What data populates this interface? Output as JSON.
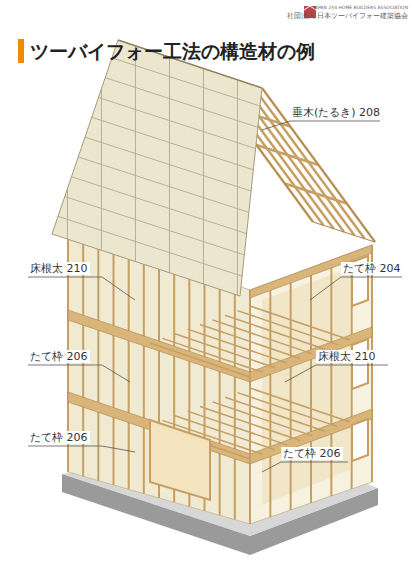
{
  "diagram": {
    "title": "ツーバイフォー工法の構造材の例",
    "labels": [
      "JAPAN 2X4 HOME BUILDERS ASSOCIATION",
      "社団法人 日本ツーバイフォー建築協会",
      "垂木(たるき) 208",
      "床根太 210",
      "たて枠 204",
      "たて枠 206",
      "床根太 210",
      "たて枠 206",
      "たて枠 206"
    ]
  }
}
